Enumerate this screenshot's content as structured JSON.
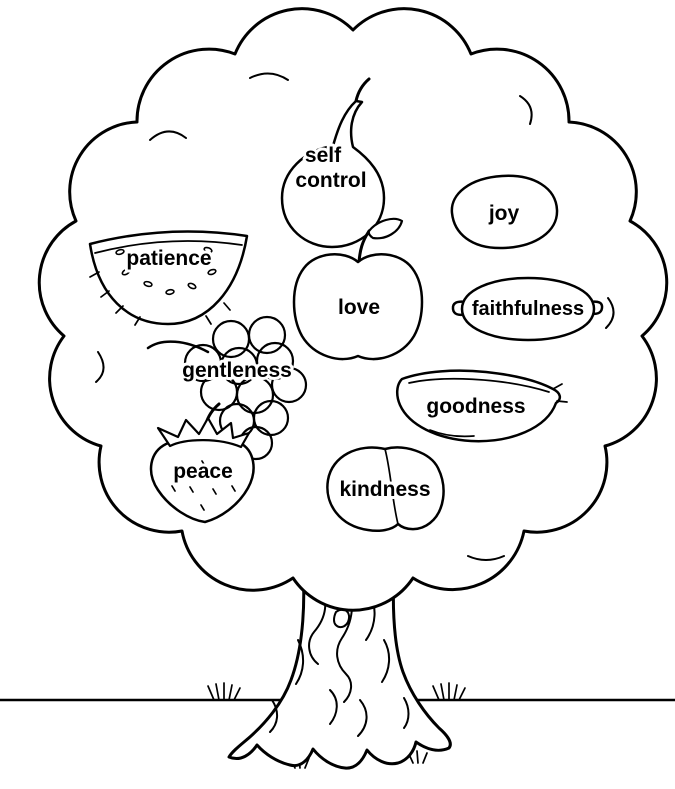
{
  "page": {
    "background_color": "#ffffff",
    "ink_color": "#000000"
  },
  "tree": {
    "fruit_labels": {
      "self_control": {
        "line1": "self",
        "line2": "control"
      },
      "joy": "joy",
      "patience": "patience",
      "love": "love",
      "faithfulness": "faithfulness",
      "gentleness": "gentleness",
      "goodness": "goodness",
      "peace": "peace",
      "kindness": "kindness"
    },
    "fruits": [
      {
        "icon": "pear-icon",
        "label": "self control"
      },
      {
        "icon": "round-fruit-icon",
        "label": "joy"
      },
      {
        "icon": "watermelon-slice-icon",
        "label": "patience"
      },
      {
        "icon": "apple-icon",
        "label": "love"
      },
      {
        "icon": "lemon-icon",
        "label": "faithfulness"
      },
      {
        "icon": "grapes-icon",
        "label": "gentleness"
      },
      {
        "icon": "banana-icon",
        "label": "goodness"
      },
      {
        "icon": "strawberry-icon",
        "label": "peace"
      },
      {
        "icon": "peach-icon",
        "label": "kindness"
      }
    ]
  }
}
